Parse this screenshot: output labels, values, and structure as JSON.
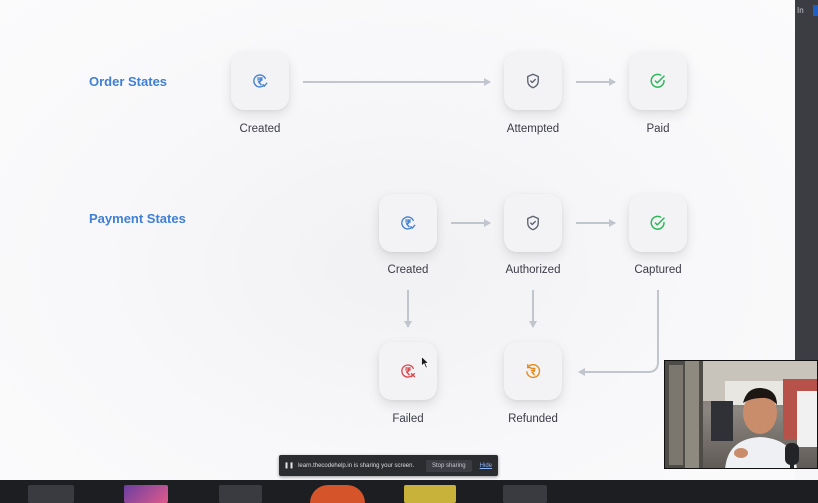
{
  "sections": {
    "order": {
      "title": "Order States"
    },
    "payment": {
      "title": "Payment States"
    }
  },
  "states": {
    "order_created": {
      "label": "Created",
      "icon": "rupee-check-icon"
    },
    "order_attempted": {
      "label": "Attempted",
      "icon": "shield-check-icon"
    },
    "order_paid": {
      "label": "Paid",
      "icon": "check-circle-icon"
    },
    "payment_created": {
      "label": "Created",
      "icon": "rupee-check-icon"
    },
    "payment_authorized": {
      "label": "Authorized",
      "icon": "shield-check-icon"
    },
    "payment_captured": {
      "label": "Captured",
      "icon": "check-circle-icon"
    },
    "payment_failed": {
      "label": "Failed",
      "icon": "rupee-cross-icon"
    },
    "payment_refunded": {
      "label": "Refunded",
      "icon": "rupee-refund-icon"
    }
  },
  "transitions": [
    [
      "order_created",
      "order_attempted"
    ],
    [
      "order_attempted",
      "order_paid"
    ],
    [
      "payment_created",
      "payment_authorized"
    ],
    [
      "payment_authorized",
      "payment_captured"
    ],
    [
      "payment_created",
      "payment_failed"
    ],
    [
      "payment_authorized",
      "payment_refunded"
    ],
    [
      "payment_captured",
      "payment_refunded"
    ]
  ],
  "colors": {
    "accent": "#3f7fd4",
    "blue_icon": "#3f7fd4",
    "gray_icon": "#5c6270",
    "green_icon": "#2cb75a",
    "red_icon": "#e0454a",
    "orange_icon": "#e38a1a",
    "arrow": "#c1c5cd"
  },
  "screen_share": {
    "message": "learn.thecodehelp.in is sharing your screen.",
    "stop_label": "Stop sharing",
    "hide_label": "Hide"
  },
  "browser_fragment": {
    "text": "In"
  }
}
